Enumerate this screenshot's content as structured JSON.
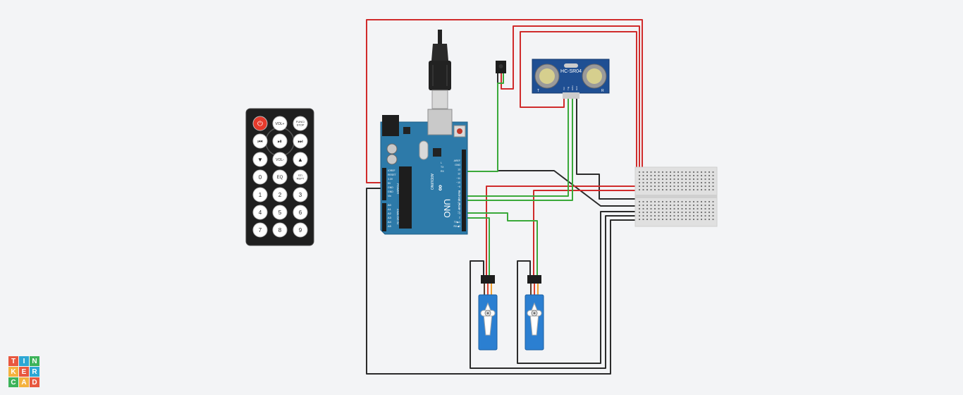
{
  "remote": {
    "buttons": {
      "power": "⏻",
      "vol_up": "VOL+",
      "func_stop": "FUNC/\nSTOP",
      "prev": "⏮",
      "play_pause": "⏯",
      "next": "⏭",
      "down": "▼",
      "vol_down": "VOL-",
      "up": "▲",
      "zero": "0",
      "eq": "EQ",
      "st_rept": "ST/\nREPT",
      "one": "1",
      "two": "2",
      "three": "3",
      "four": "4",
      "five": "5",
      "six": "6",
      "seven": "7",
      "eight": "8",
      "nine": "9"
    }
  },
  "arduino": {
    "brand": "ARDUINO",
    "model": "UNO",
    "logo": "∞",
    "digital_label": "DIGITAL (PWM~)",
    "analog_label": "ANALOG IN",
    "power_label": "POWER",
    "power_pins": [
      "IOREF",
      "RESET",
      "3.3V",
      "5V",
      "GND",
      "GND",
      "Vin"
    ],
    "analog_pins": [
      "A0",
      "A1",
      "A2",
      "A3",
      "A4",
      "A5"
    ],
    "digital_pins": [
      "AREF",
      "GND",
      "13",
      "12",
      "~11",
      "~10",
      "~9",
      "8",
      "7",
      "~6",
      "~5",
      "4",
      "~3",
      "2",
      "TX▶1",
      "RX◀0"
    ],
    "leds": [
      "L",
      "TX",
      "RX"
    ]
  },
  "sensor": {
    "model": "HC-SR04",
    "pins": [
      "Vcc",
      "Trig",
      "Echo",
      "Gnd"
    ],
    "side_t": "T",
    "side_r": "R"
  },
  "logo": {
    "letters": [
      "T",
      "I",
      "N",
      "K",
      "E",
      "R",
      "C",
      "A",
      "D"
    ],
    "colors": [
      "#e8573f",
      "#2ca7d4",
      "#3db35a",
      "#f4b23e",
      "#e8573f",
      "#2ca7d4",
      "#3db35a",
      "#f4b23e",
      "#e8573f"
    ]
  }
}
